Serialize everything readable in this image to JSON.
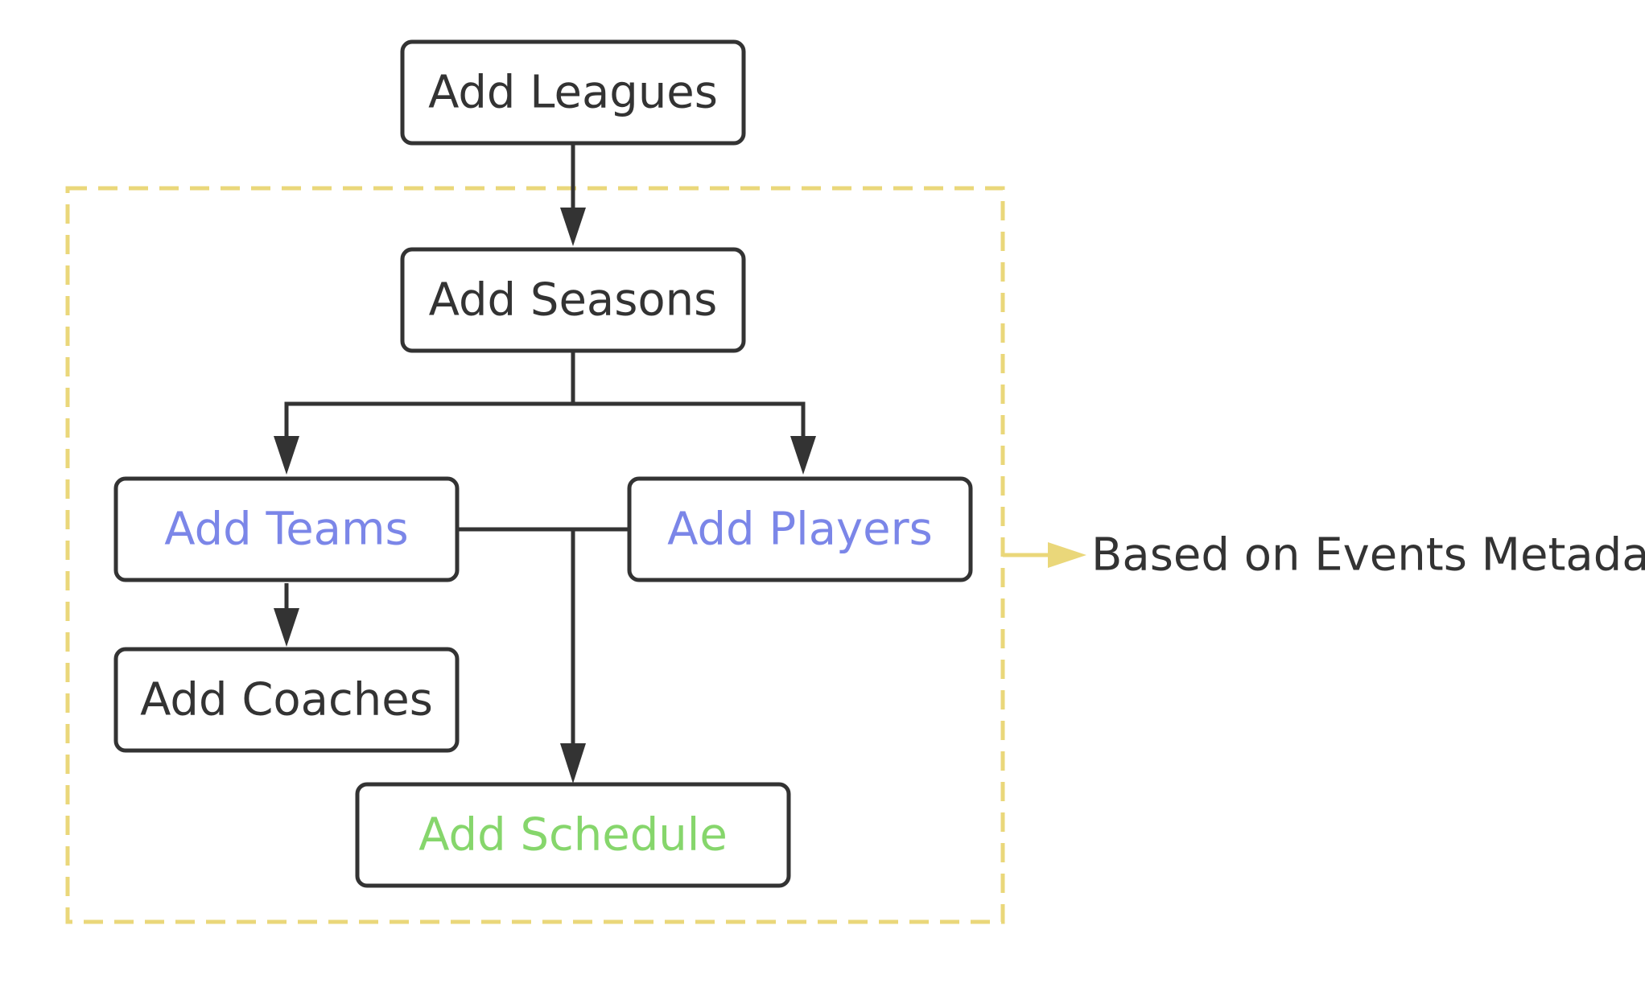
{
  "nodes": {
    "leagues": "Add Leagues",
    "seasons": "Add Seasons",
    "teams": "Add Teams",
    "players": "Add Players",
    "coaches": "Add Coaches",
    "schedule": "Add Schedule"
  },
  "annotation": "Based on Events Metadata",
  "colors": {
    "default_text": "#333333",
    "teams_text": "#7b86e8",
    "players_text": "#7b86e8",
    "schedule_text": "#86d66c",
    "group_boundary": "#ead77a"
  }
}
